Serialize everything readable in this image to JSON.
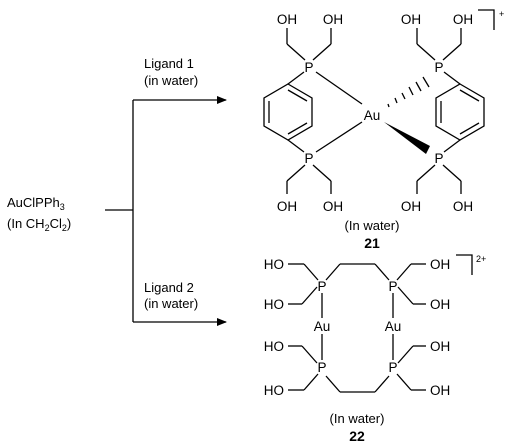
{
  "reactant": {
    "name": "AuClPPh",
    "name_sub": "3",
    "solvent_pre": "(In CH",
    "solvent_sub": "2",
    "solvent_mid": "Cl",
    "solvent_sub2": "2",
    "solvent_post": ")"
  },
  "routes": [
    {
      "label": "Ligand 1",
      "condition": "(in water)"
    },
    {
      "label": "Ligand 2",
      "condition": "(in water)"
    }
  ],
  "products": [
    {
      "number": "21",
      "medium": "(In water)",
      "charge": "+"
    },
    {
      "number": "22",
      "medium": "(In water)",
      "charge": "2+"
    }
  ],
  "atoms": {
    "gold": "Au",
    "phosphorus": "P",
    "hydroxyl": "OH",
    "hydroxyl_left": "HO"
  }
}
